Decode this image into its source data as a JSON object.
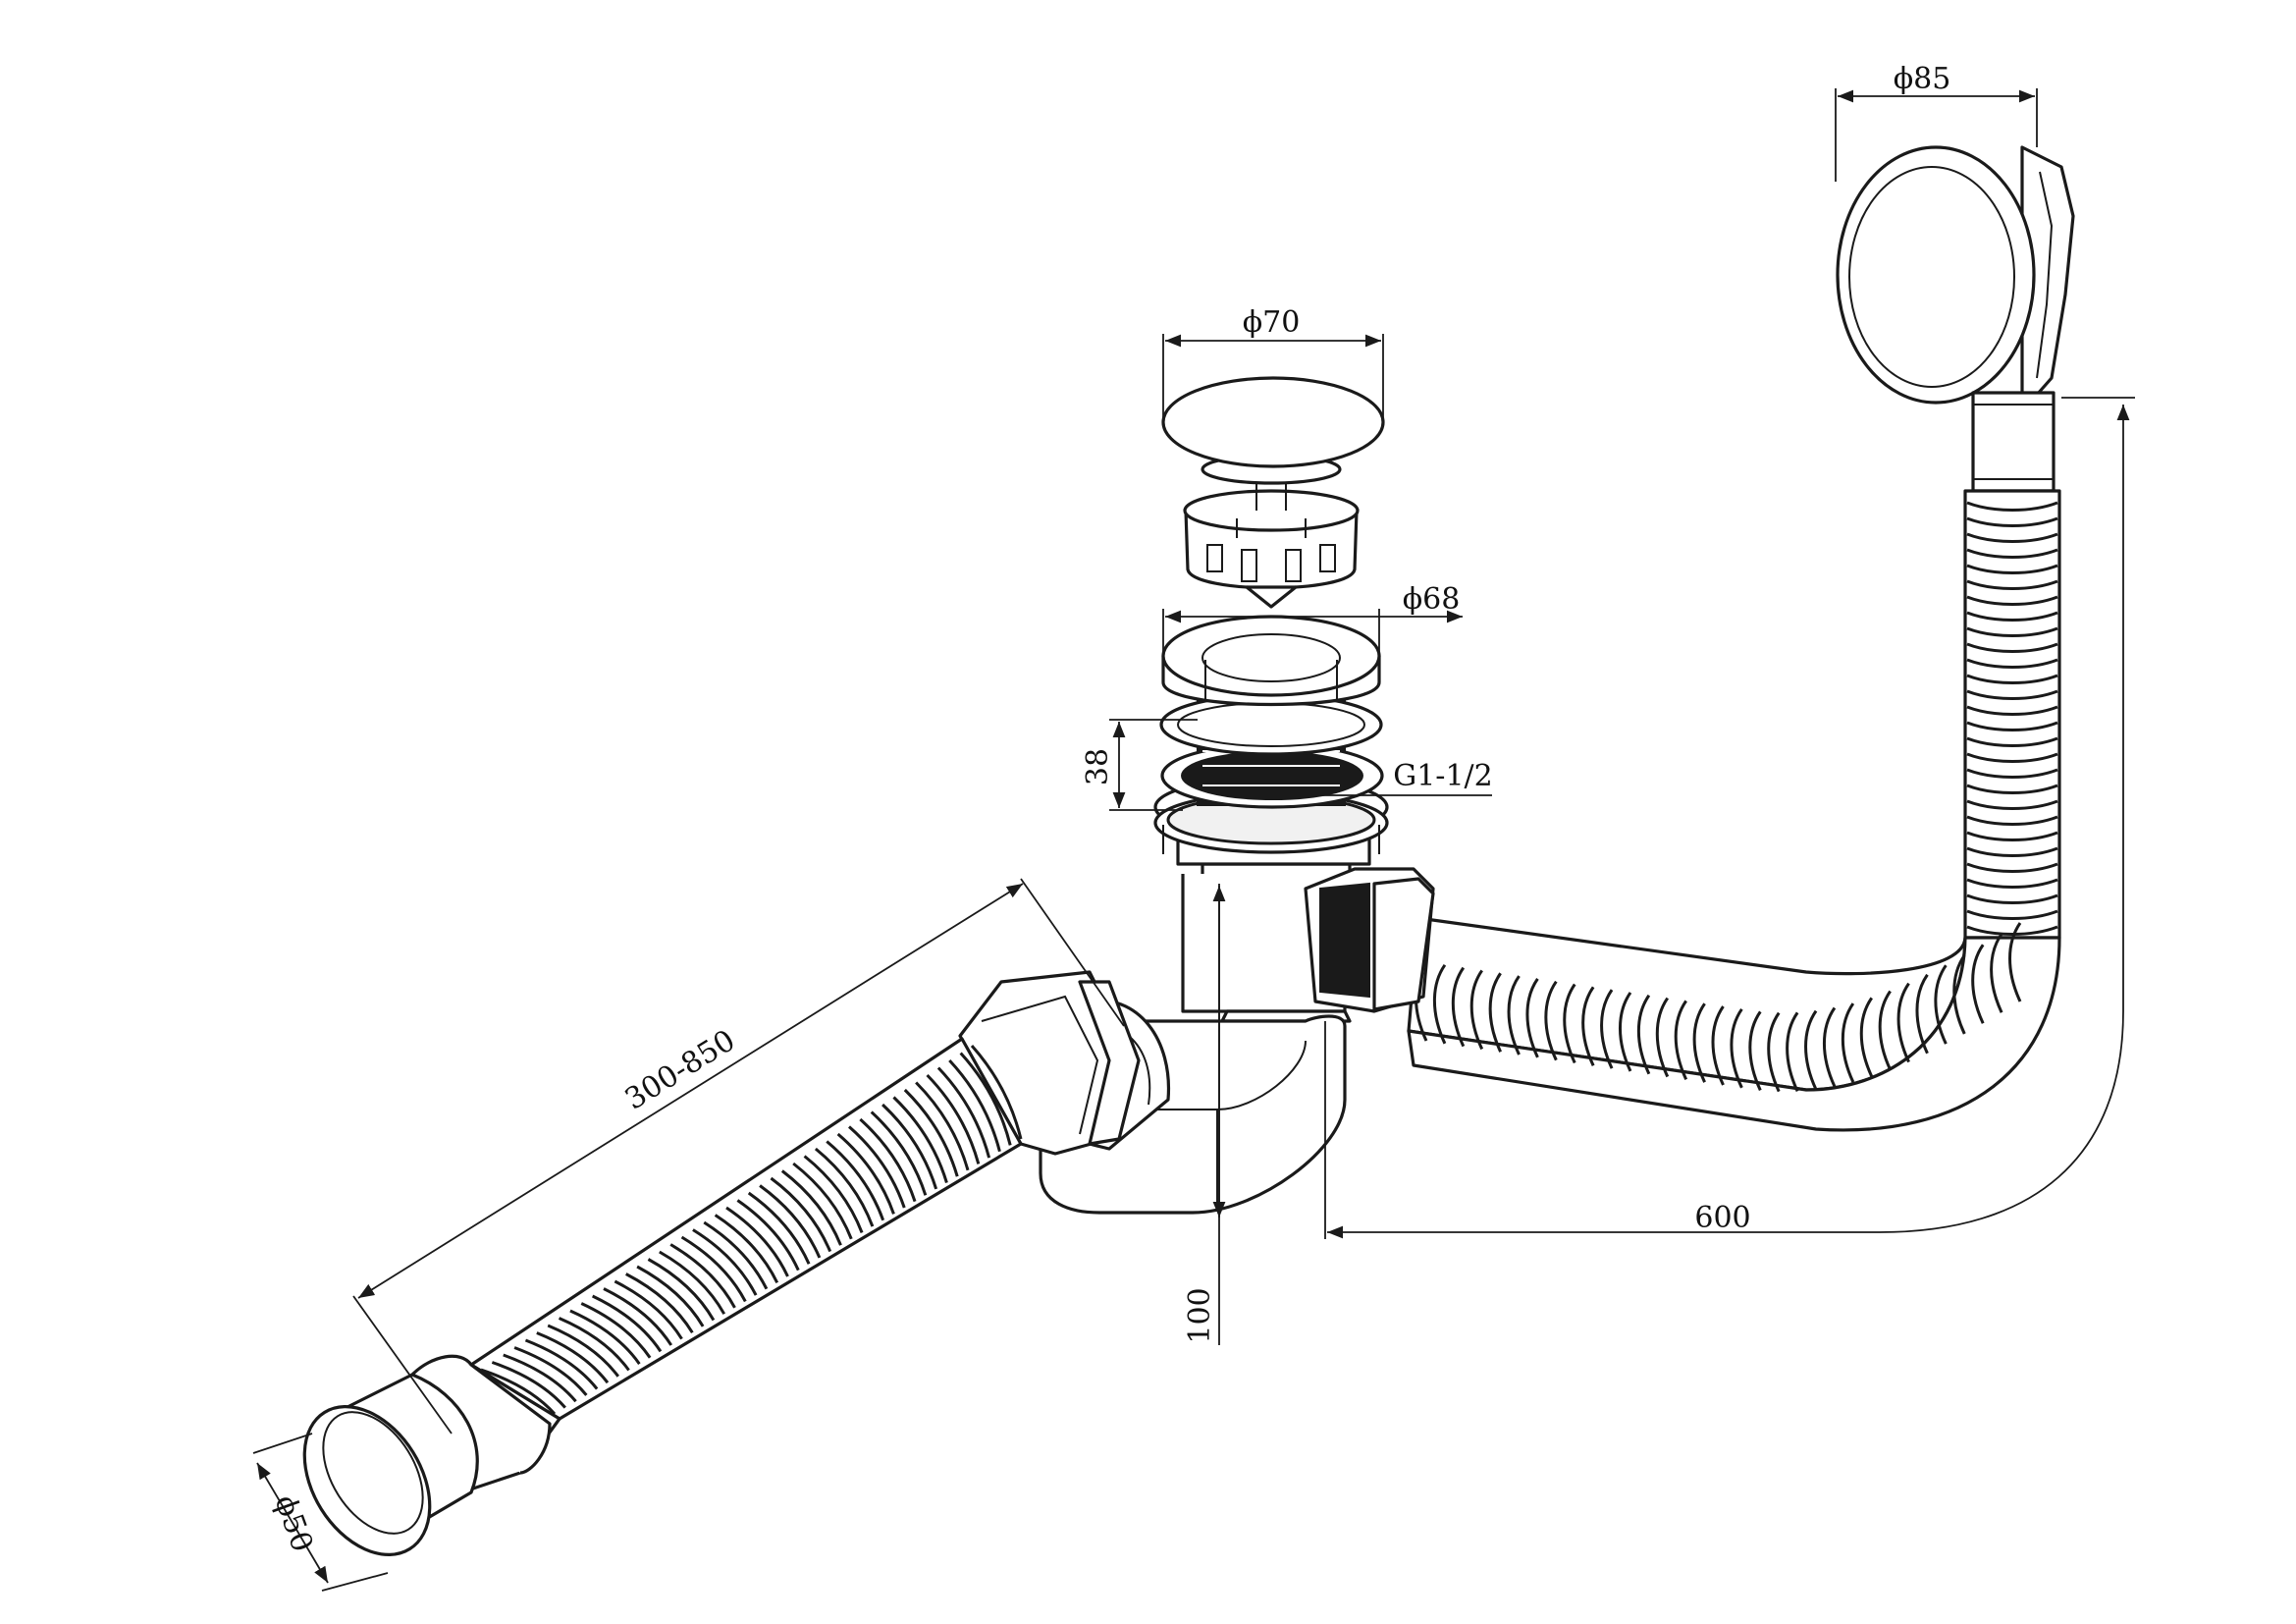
{
  "diagram": {
    "colors": {
      "line": "#1a1a1a",
      "background": "#ffffff"
    },
    "dimensions": {
      "d85": "ϕ85",
      "d70": "ϕ70",
      "d68": "ϕ68",
      "h38": "38",
      "thread": "G1-1/2",
      "length": "300-850",
      "overflow_length": "600",
      "height": "100",
      "d50": "ϕ50"
    }
  }
}
